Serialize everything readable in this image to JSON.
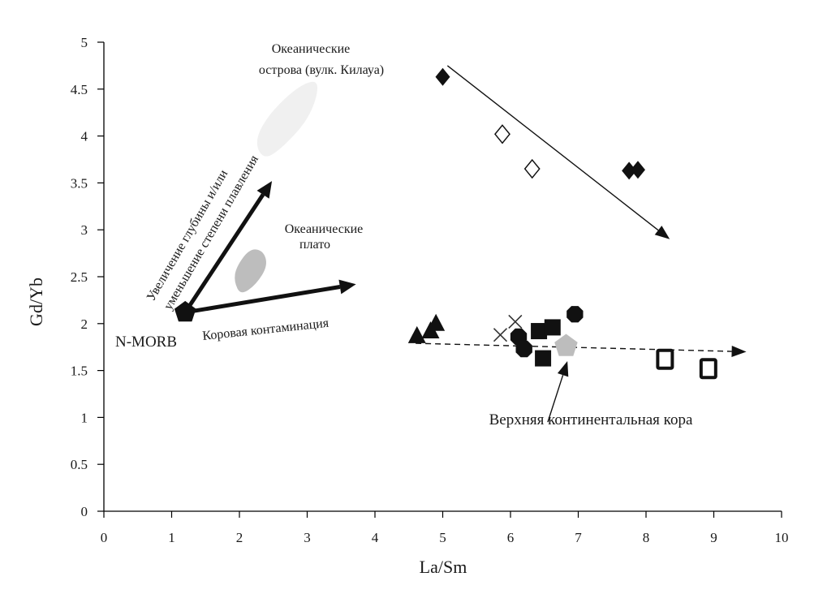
{
  "chart_data": {
    "type": "scatter",
    "title": "",
    "xlabel": "La/Sm",
    "ylabel": "Gd/Yb",
    "xlim": [
      0,
      10
    ],
    "ylim": [
      0,
      5
    ],
    "x_ticks": [
      "0",
      "1",
      "2",
      "3",
      "4",
      "5",
      "6",
      "7",
      "8",
      "9",
      "10"
    ],
    "y_ticks": [
      "0",
      "0.5",
      "1",
      "1.5",
      "2",
      "2.5",
      "3",
      "3.5",
      "4",
      "4.5",
      "5"
    ],
    "grid": false,
    "legend": "none",
    "series": [
      {
        "marker": "diamond-filled",
        "points": [
          [
            5.0,
            4.63
          ],
          [
            7.75,
            3.63
          ],
          [
            7.88,
            3.64
          ]
        ]
      },
      {
        "marker": "diamond-open",
        "points": [
          [
            5.88,
            4.02
          ],
          [
            6.32,
            3.65
          ]
        ]
      },
      {
        "marker": "triangle-filled",
        "points": [
          [
            4.62,
            1.87
          ],
          [
            4.82,
            1.92
          ],
          [
            4.9,
            2.0
          ]
        ]
      },
      {
        "marker": "cross",
        "points": [
          [
            5.85,
            1.88
          ],
          [
            6.07,
            2.02
          ]
        ]
      },
      {
        "marker": "octagon-filled",
        "points": [
          [
            6.12,
            1.86
          ],
          [
            6.2,
            1.73
          ],
          [
            6.95,
            2.1
          ]
        ]
      },
      {
        "marker": "square-filled",
        "points": [
          [
            6.42,
            1.92
          ],
          [
            6.62,
            1.96
          ],
          [
            6.48,
            1.63
          ]
        ]
      },
      {
        "marker": "pentagon-grey",
        "points": [
          [
            6.82,
            1.76
          ]
        ]
      },
      {
        "marker": "square-open",
        "points": [
          [
            8.28,
            1.62
          ],
          [
            8.92,
            1.52
          ]
        ]
      },
      {
        "marker": "pentagon-black",
        "points": [
          [
            1.2,
            2.12
          ]
        ]
      }
    ],
    "fields": [
      {
        "name": "oceanic-islands",
        "color": "#f0f0f0",
        "outline": [
          [
            2.45,
            4.25
          ],
          [
            2.9,
            4.55
          ],
          [
            3.2,
            4.6
          ],
          [
            3.05,
            4.2
          ],
          [
            2.6,
            3.85
          ],
          [
            2.35,
            3.75
          ],
          [
            2.22,
            3.95
          ]
        ]
      },
      {
        "name": "oceanic-plateau",
        "color": "#bdbdbd",
        "outline": [
          [
            1.95,
            2.6
          ],
          [
            2.15,
            2.8
          ],
          [
            2.35,
            2.78
          ],
          [
            2.42,
            2.62
          ],
          [
            2.25,
            2.42
          ],
          [
            2.02,
            2.3
          ],
          [
            1.92,
            2.45
          ]
        ]
      }
    ],
    "arrows": [
      {
        "from": [
          1.2,
          2.12
        ],
        "to": [
          2.48,
          3.52
        ],
        "style": "thick"
      },
      {
        "from": [
          1.2,
          2.12
        ],
        "to": [
          3.72,
          2.42
        ],
        "style": "thick"
      },
      {
        "from": [
          5.07,
          4.75
        ],
        "to": [
          8.35,
          2.9
        ],
        "style": "thin"
      },
      {
        "from": [
          4.6,
          1.79
        ],
        "to": [
          9.48,
          1.7
        ],
        "style": "dashed"
      },
      {
        "from": [
          6.55,
          0.95
        ],
        "to": [
          6.84,
          1.6
        ],
        "style": "thin"
      }
    ],
    "annotations": {
      "oceanic_islands_line1": "Океанические",
      "oceanic_islands_line2": "острова (вулк. Килауа)",
      "oceanic_plateau_line1": "Океанические",
      "oceanic_plateau_line2": "плато",
      "depth_line1": "Увеличение глубины и/или",
      "depth_line2": "уменьшение степени плавления",
      "crustal_contamination": "Коровая контаминация",
      "nmorb": "N-MORB",
      "upper_crust": "Верхняя континентальная кора"
    }
  }
}
